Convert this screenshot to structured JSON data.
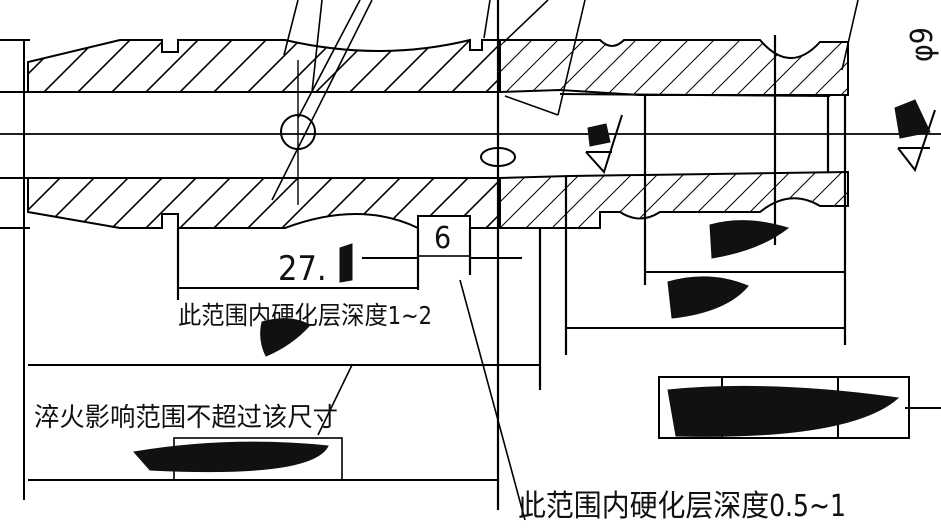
{
  "drawing": {
    "dims": {
      "d27": "27.",
      "d6": "6"
    },
    "notes": {
      "hardening_1_2": "此范围内硬化层深度1~2",
      "quench_limit": "淬火影响范围不超过该尺寸",
      "hardening_05_1": "此范围内硬化层深度0.5~1"
    },
    "edge_labels": {
      "phi_top_right": "φ9"
    },
    "colors": {
      "line": "#000000",
      "redaction": "#111111",
      "background": "#ffffff"
    }
  }
}
